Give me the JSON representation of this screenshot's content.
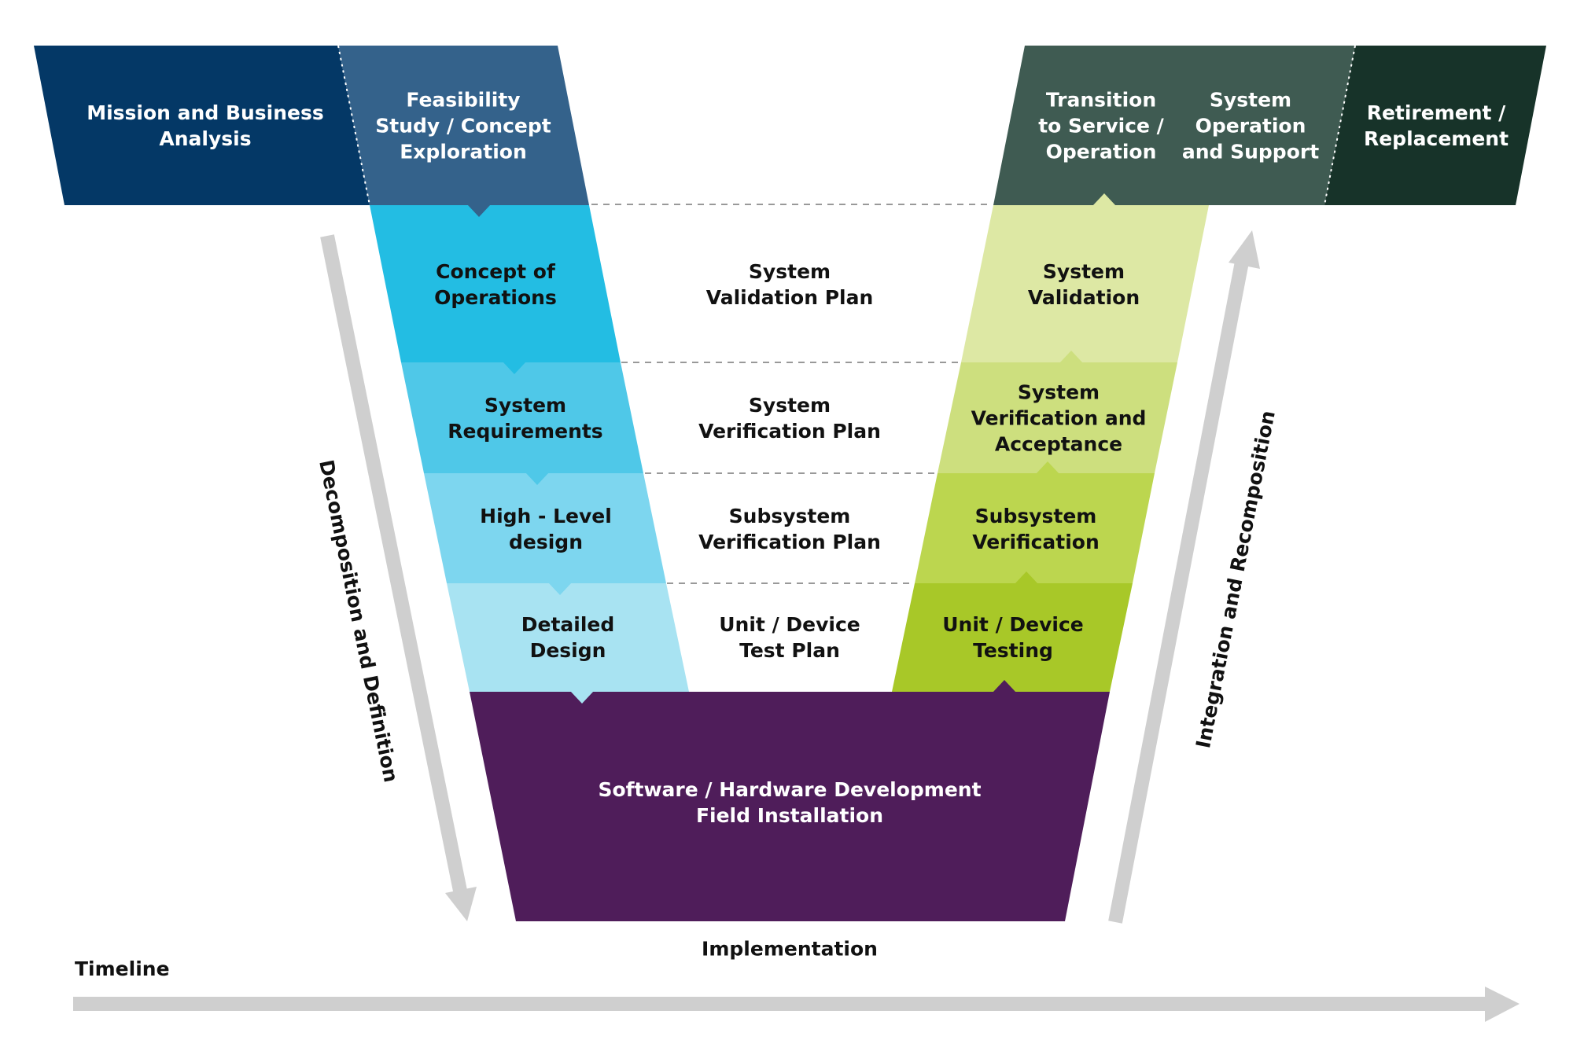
{
  "colors": {
    "mission": "#043866",
    "feasibility": "#34628b",
    "concept_of_operations": "#23bde3",
    "system_requirements": "#4fc8e8",
    "high_level_design": "#7dd6ef",
    "detailed_design": "#a8e3f2",
    "implementation": "#4f1d5a",
    "transition_operation": "#3f5b52",
    "retirement": "#173329",
    "system_validation": "#dde8a4",
    "system_verification": "#cddf7e",
    "subsystem_verification": "#bcd64f",
    "unit_device_testing": "#a8c828",
    "arrow_grey": "#cfcfcf",
    "dashed_line": "#999999"
  },
  "top_left": {
    "mission": "Mission and Business\nAnalysis",
    "feasibility": "Feasibility\nStudy / Concept\nExploration"
  },
  "top_right": {
    "transition": "Transition\nto Service /\nOperation",
    "operation": "System\nOperation\nand Support",
    "retirement": "Retirement /\nReplacement"
  },
  "left_leg": {
    "concept": "Concept of\nOperations",
    "requirements": "System\nRequirements",
    "high_level": "High - Level\ndesign",
    "detailed": "Detailed\nDesign"
  },
  "right_leg": {
    "validation": "System\nValidation",
    "verification": "System\nVerification and\nAcceptance",
    "subsystem": "Subsystem\nVerification",
    "unit": "Unit / Device\nTesting"
  },
  "plans": {
    "validation_plan": "System\nValidation Plan",
    "verification_plan": "System\nVerification Plan",
    "subsystem_plan": "Subsystem\nVerification Plan",
    "unit_plan": "Unit / Device\nTest Plan"
  },
  "bottom": {
    "development": "Software / Hardware Development\nField Installation",
    "implementation": "Implementation"
  },
  "arrows": {
    "decomposition": "Decomposition and Definition",
    "integration": "Integration and Recomposition",
    "timeline": "Timeline"
  }
}
